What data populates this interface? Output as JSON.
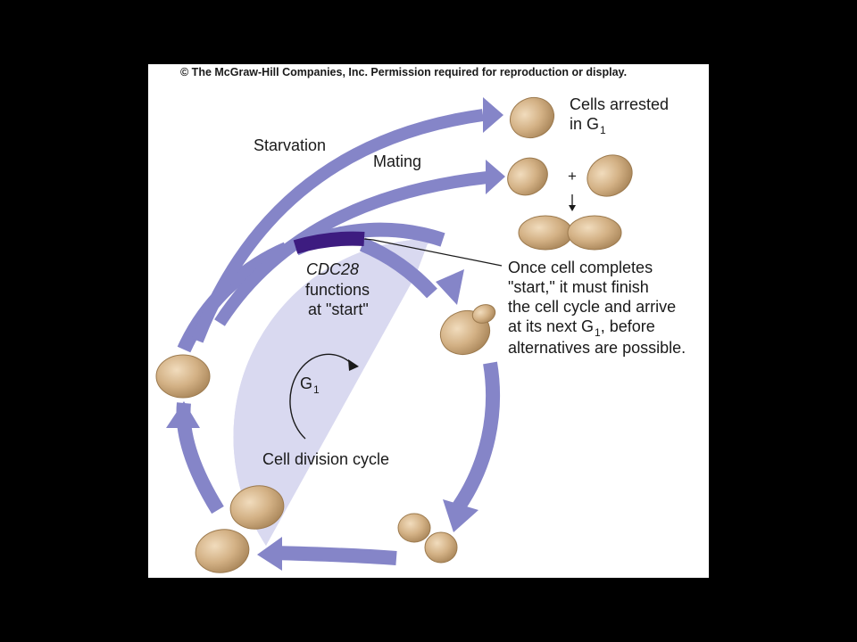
{
  "copyright": "© The McGraw-Hill Companies, Inc.  Permission required for reproduction or display.",
  "labels": {
    "starvation": "Starvation",
    "mating": "Mating",
    "arrested_line1": "Cells arrested",
    "arrested_line2": "in G",
    "g_subscript": "1",
    "cdc28": "CDC28",
    "functions": "functions",
    "at_start": "at \"start\"",
    "phase": "G",
    "cycle": "Cell division cycle",
    "plus": "+",
    "note": {
      "line1": "Once cell completes",
      "line2": "\"start,\" it must finish",
      "line3": "the cell cycle and arrive",
      "line4_pre": "at its next G",
      "line4_post": ", before",
      "line5": "alternatives are possible."
    }
  },
  "colors": {
    "arrow": "#8585c8",
    "sector": "#d9d9f0",
    "start_marker": "#3d1c80",
    "cell": "#d3b185",
    "cell_edge": "#9c7a4e"
  }
}
